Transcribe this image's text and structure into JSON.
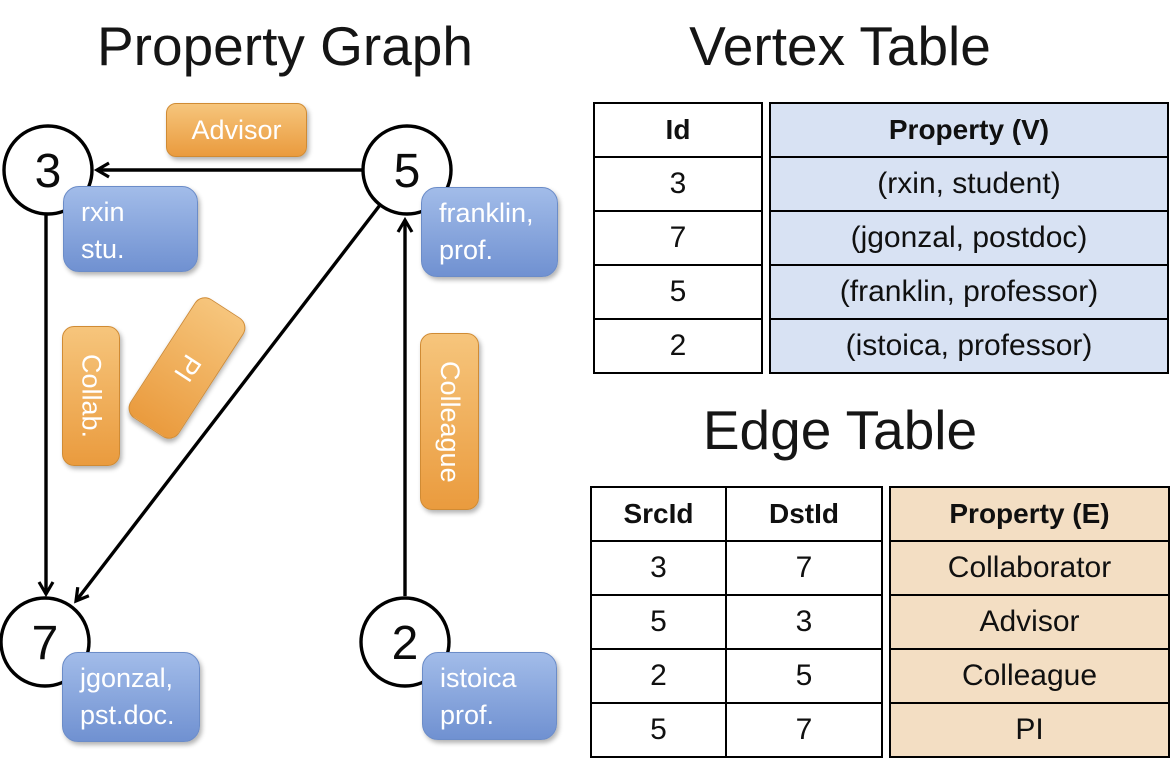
{
  "colors": {
    "edge_label_orange_top": "#f6c57c",
    "edge_label_orange_bottom": "#ea9b3e",
    "vertex_label_blue_top": "#a2bce9",
    "vertex_label_blue_bottom": "#7091d1",
    "vertex_table_fill": "#d8e2f3",
    "edge_table_fill": "#f3dec3",
    "line_color": "#000000"
  },
  "property_graph": {
    "title": "Property Graph",
    "nodes": [
      {
        "id": "3",
        "property_lines": [
          "rxin",
          "stu."
        ]
      },
      {
        "id": "5",
        "property_lines": [
          "franklin,",
          "prof."
        ]
      },
      {
        "id": "7",
        "property_lines": [
          "jgonzal,",
          "pst.doc."
        ]
      },
      {
        "id": "2",
        "property_lines": [
          "istoica",
          "prof."
        ]
      }
    ],
    "edge_labels": {
      "advisor": "Advisor",
      "collab": "Collab.",
      "pi": "PI",
      "colleague": "Colleague"
    }
  },
  "vertex_table": {
    "title": "Vertex Table",
    "columns": [
      "Id",
      "Property (V)"
    ],
    "rows": [
      [
        "3",
        "(rxin, student)"
      ],
      [
        "7",
        "(jgonzal, postdoc)"
      ],
      [
        "5",
        "(franklin, professor)"
      ],
      [
        "2",
        "(istoica, professor)"
      ]
    ]
  },
  "edge_table": {
    "title": "Edge Table",
    "columns": [
      "SrcId",
      "DstId",
      "Property (E)"
    ],
    "rows": [
      [
        "3",
        "7",
        "Collaborator"
      ],
      [
        "5",
        "3",
        "Advisor"
      ],
      [
        "2",
        "5",
        "Colleague"
      ],
      [
        "5",
        "7",
        "PI"
      ]
    ]
  }
}
